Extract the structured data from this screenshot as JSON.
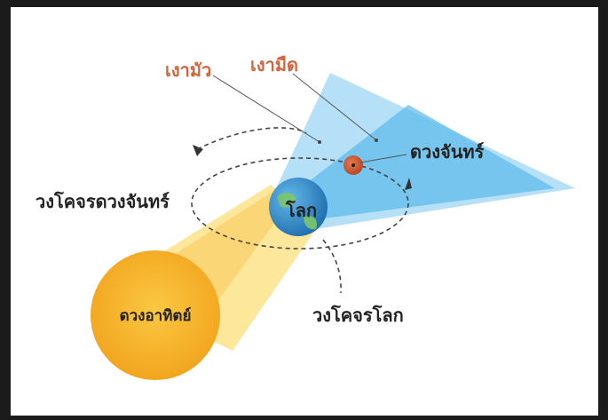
{
  "labels": {
    "penumbra": "เงามัว",
    "umbra": "เงามืด",
    "moon": "ดวงจันทร์",
    "moon_orbit": "วงโคจรดวงจันทร์",
    "earth": "โลก",
    "earth_orbit": "วงโคจรโลก",
    "sun": "ดวงอาทิตย์"
  },
  "colors": {
    "background_frame": "#1b1b1b",
    "panel": "#ffffff",
    "sun": "#f6b324",
    "sunlight": "#fde38a",
    "shadow": "#6fc3ee",
    "moon": "#d2633c",
    "accent_label": "#d2633c",
    "text": "#222222"
  }
}
